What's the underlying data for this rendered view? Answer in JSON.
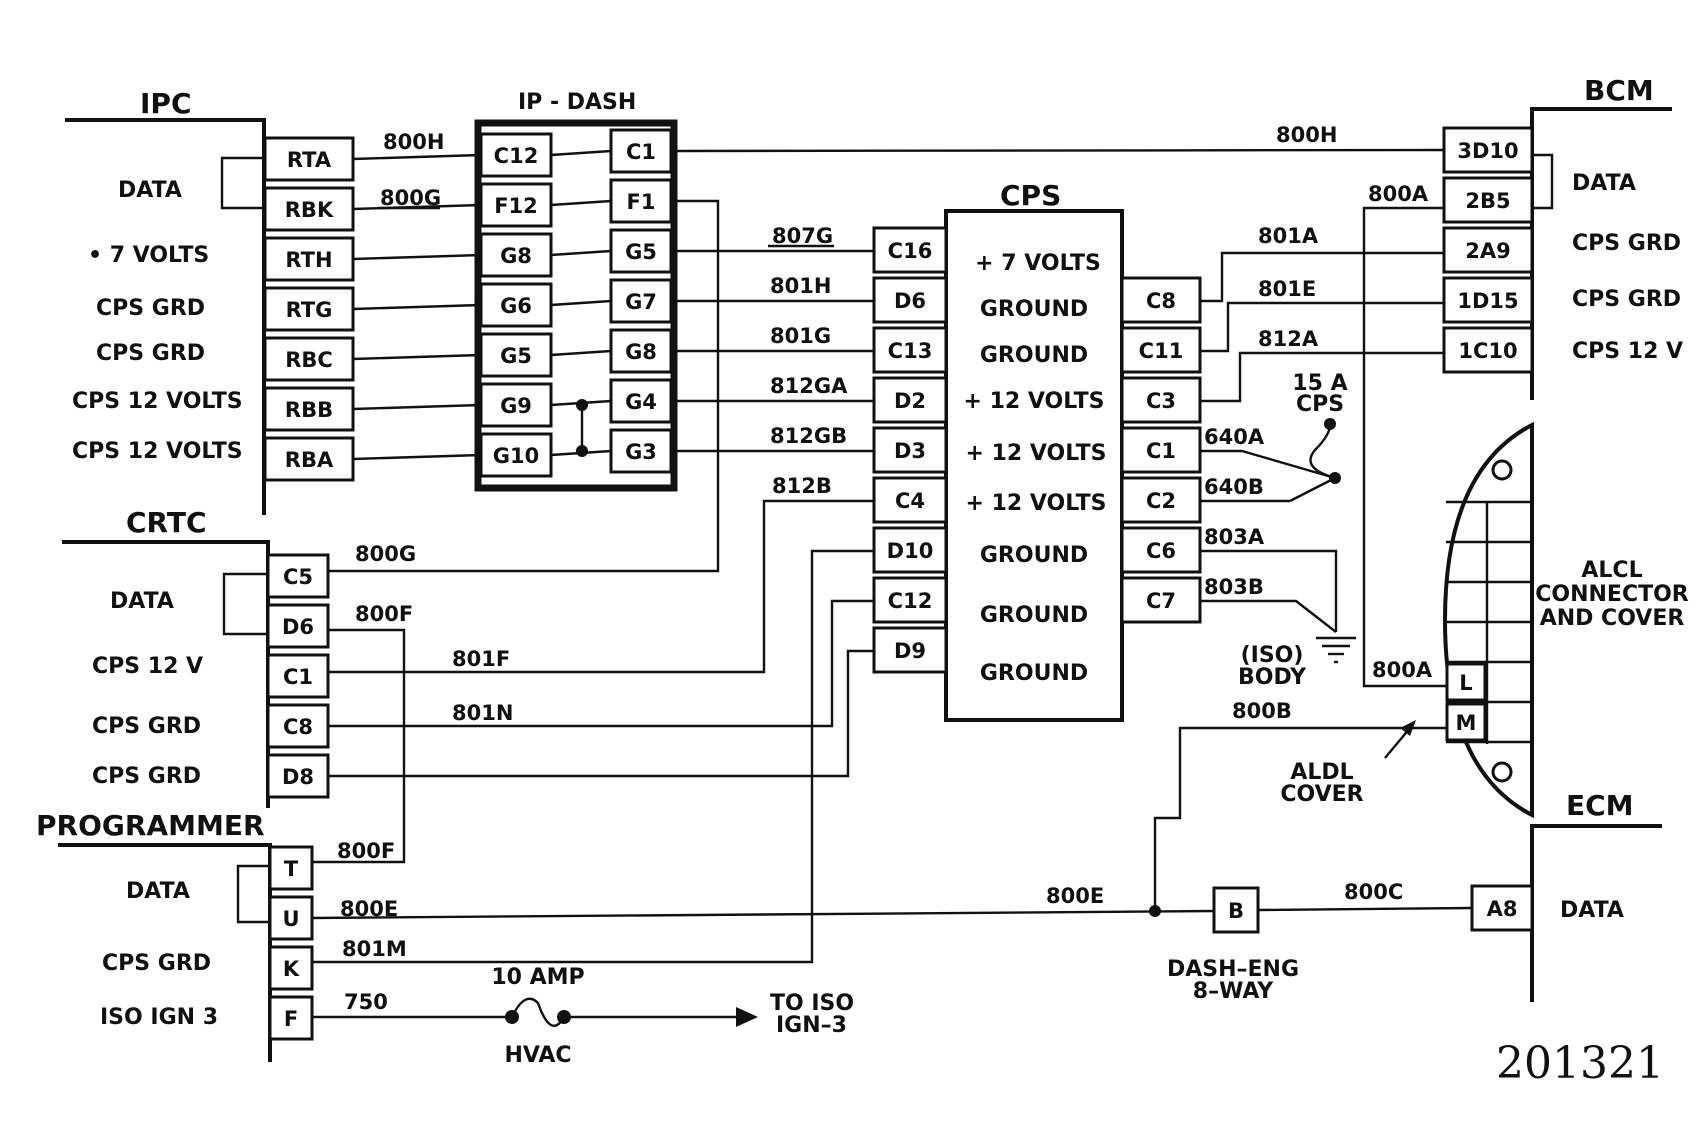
{
  "modules": {
    "ipc": {
      "title": "IPC",
      "labels": [
        "DATA",
        "• 7 VOLTS",
        "CPS GRD",
        "CPS GRD",
        "CPS 12 VOLTS",
        "CPS 12 VOLTS"
      ],
      "pins": [
        "RTA",
        "RBK",
        "RTH",
        "RTG",
        "RBC",
        "RBB",
        "RBA"
      ]
    },
    "ipdash": {
      "title": "IP - DASH",
      "left_pins": [
        "C12",
        "F12",
        "G8",
        "G6",
        "G5",
        "G9",
        "G10"
      ],
      "right_pins": [
        "C1",
        "F1",
        "G5",
        "G7",
        "G8",
        "G4",
        "G3"
      ]
    },
    "crtc": {
      "title": "CRTC",
      "labels": [
        "DATA",
        "CPS 12 V",
        "CPS GRD",
        "CPS GRD"
      ],
      "pins": [
        "C5",
        "D6",
        "C1",
        "C8",
        "D8"
      ]
    },
    "programmer": {
      "title": "PROGRAMMER",
      "labels": [
        "DATA",
        "CPS GRD",
        "ISO IGN 3"
      ],
      "pins": [
        "T",
        "U",
        "K",
        "F"
      ]
    },
    "cps": {
      "title": "CPS",
      "left_pins": [
        "C16",
        "D6",
        "C13",
        "D2",
        "D3",
        "C4",
        "D10",
        "C12",
        "D9"
      ],
      "functions": [
        "+ 7 VOLTS",
        "GROUND",
        "GROUND",
        "+ 12 VOLTS",
        "+ 12 VOLTS",
        "+ 12 VOLTS",
        "GROUND",
        "GROUND",
        "GROUND"
      ],
      "right_pins": [
        "C8",
        "C11",
        "C3",
        "C1",
        "C2",
        "C6",
        "C7"
      ]
    },
    "bcm": {
      "title": "BCM",
      "labels": [
        "DATA",
        "CPS GRD",
        "CPS GRD",
        "CPS 12 V"
      ],
      "pins": [
        "3D10",
        "2B5",
        "2A9",
        "1D15",
        "1C10"
      ]
    },
    "alcl": {
      "title": "ALCL CONNECTOR AND COVER",
      "title_lines": [
        "ALCL",
        "CONNECTOR",
        "AND COVER"
      ],
      "pins": [
        "L",
        "M"
      ],
      "cover_lines": [
        "ALDL",
        "COVER"
      ]
    },
    "ecm": {
      "title": "ECM",
      "label": "DATA",
      "pin": "A8"
    },
    "dash_eng": {
      "pin": "B",
      "label_lines": [
        "DASH–ENG",
        "8–WAY"
      ]
    }
  },
  "wires": {
    "w800H_l": "800H",
    "w800G_l": "800G",
    "w800H_r": "800H",
    "w800A_t": "800A",
    "w807G": "807G",
    "w801H": "801H",
    "w801G": "801G",
    "w812GA": "812GA",
    "w812GB": "812GB",
    "w812B": "812B",
    "w801A": "801A",
    "w801E": "801E",
    "w812A": "812A",
    "w640A": "640A",
    "w640B": "640B",
    "w803A": "803A",
    "w803B": "803B",
    "w800G_c": "800G",
    "w800F_c": "800F",
    "w801F": "801F",
    "w801N": "801N",
    "w800F_p": "800F",
    "w800E_p": "800E",
    "w801M": "801M",
    "w750": "750",
    "w800A_b": "800A",
    "w800B": "800B",
    "w800E_r": "800E",
    "w800C": "800C"
  },
  "fuses": {
    "cps_fuse": [
      "15 A",
      "CPS"
    ],
    "hvac": {
      "rating": "10 AMP",
      "name": "HVAC"
    }
  },
  "ground": [
    "(ISO)",
    "BODY"
  ],
  "to_iso": [
    "TO ISO",
    "IGN–3"
  ],
  "figure_number": "201321",
  "colors": {
    "ink": "#111111",
    "paper": "#ffffff"
  }
}
